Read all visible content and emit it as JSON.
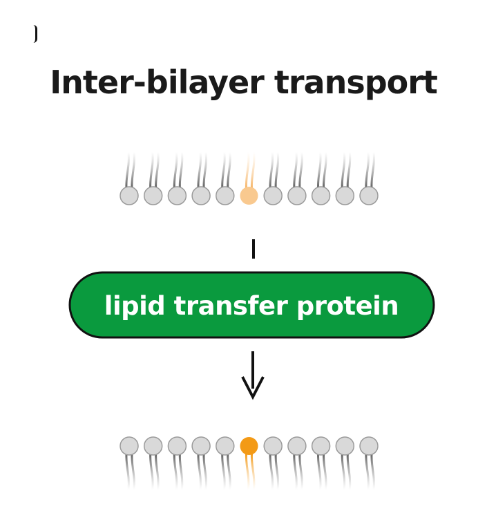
{
  "title": "Inter-bilayer transport",
  "protein": {
    "label": "lipid transfer protein",
    "fill": "#0a9a3e",
    "stroke": "#111111",
    "text_color": "#ffffff"
  },
  "colors": {
    "lipid_gray_fill": "#d9d9d9",
    "lipid_gray_stroke": "#9a9a9a",
    "tail_gray": "#6b6b6b",
    "source_lipid_faded": "#f9c98f",
    "target_lipid": "#f39a16",
    "arrow": "#111111"
  },
  "bilayers": {
    "lipid_count": 11,
    "transferred_lipid_index": 5,
    "source": {
      "tails": "up",
      "state": "faded"
    },
    "target": {
      "tails": "down",
      "state": "solid"
    }
  }
}
